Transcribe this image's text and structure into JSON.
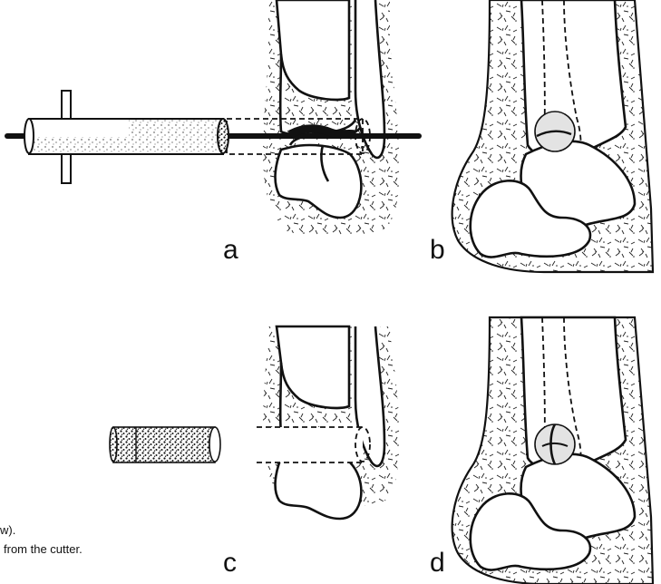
{
  "figure": {
    "panels": [
      {
        "id": "a",
        "label": "a"
      },
      {
        "id": "b",
        "label": "b"
      },
      {
        "id": "c",
        "label": "c"
      },
      {
        "id": "d",
        "label": "d"
      }
    ],
    "caption_lines": [
      "w).",
      "from the cutter."
    ]
  }
}
